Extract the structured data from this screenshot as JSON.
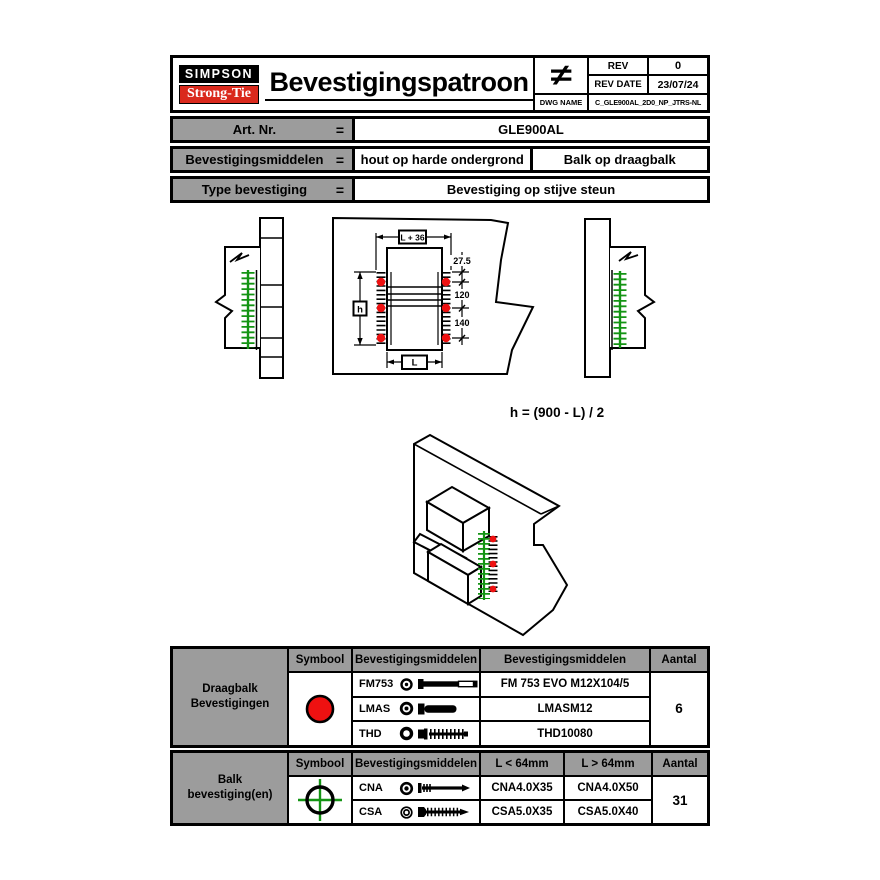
{
  "header": {
    "logo_line1": "SIMPSON",
    "logo_line2": "Strong-Tie",
    "title": "Bevestigingspatroon",
    "projection_symbol": "≠",
    "rev_label": "REV",
    "rev_value": "0",
    "rev_date_label": "REV DATE",
    "rev_date_value": "23/07/24",
    "dwg_name_label": "DWG NAME",
    "dwg_name_value": "C_GLE900AL_2D0_NP_JTRS-NL"
  },
  "info_rows": [
    {
      "label": "Art. Nr.",
      "eq": "=",
      "values": [
        "GLE900AL"
      ]
    },
    {
      "label": "Bevestigingsmiddelen",
      "eq": "=",
      "values": [
        "hout op harde ondergrond",
        "Balk op draagbalk"
      ]
    },
    {
      "label": "Type bevestiging",
      "eq": "=",
      "values": [
        "Bevestiging op stijve steun"
      ]
    }
  ],
  "drawing": {
    "formula": "h = (900 - L) / 2",
    "dim_top": "L + 36",
    "dim_right_1": "27.5",
    "dim_right_2": "120",
    "dim_right_3": "140",
    "dim_left": "h",
    "dim_bottom": "L"
  },
  "fastener_tables": [
    {
      "row_label_lines": [
        "Draagbalk",
        "Bevestigingen"
      ],
      "headers": [
        "Symbool",
        "Bevestigingsmiddelen",
        "Bevestigingsmiddelen",
        "Aantal"
      ],
      "symbol": "red-circle",
      "rows": [
        {
          "code": "FM753",
          "value": "FM 753 EVO M12X104/5"
        },
        {
          "code": "LMAS",
          "value": "LMASM12"
        },
        {
          "code": "THD",
          "value": "THD10080"
        }
      ],
      "aantal": "6"
    },
    {
      "row_label_lines": [
        "Balk",
        "bevestiging(en)"
      ],
      "headers": [
        "Symbool",
        "Bevestigingsmiddelen",
        "L < 64mm",
        "L > 64mm",
        "Aantal"
      ],
      "symbol": "crosshair",
      "rows": [
        {
          "code": "CNA",
          "short": "CNA4.0X35",
          "long": "CNA4.0X50"
        },
        {
          "code": "CSA",
          "short": "CSA5.0X35",
          "long": "CSA5.0X40"
        }
      ],
      "aantal": "31"
    }
  ],
  "colors": {
    "brand_red": "#da291c",
    "symbol_red": "#ee1111",
    "fastener_green": "#149414",
    "header_gray": "#9c9c9c"
  }
}
